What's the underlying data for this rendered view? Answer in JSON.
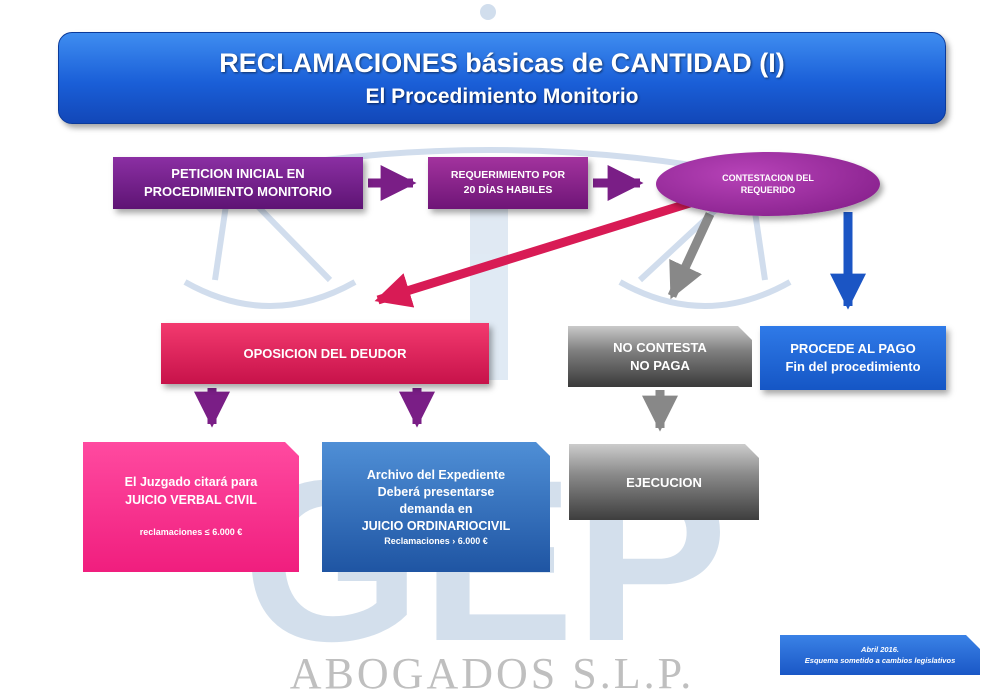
{
  "title": {
    "line1": "RECLAMACIONES básicas de CANTIDAD (I)",
    "line2": "El Procedimiento Monitorio"
  },
  "nodes": {
    "peticion": {
      "line1": "PETICION INICIAL EN",
      "line2": "PROCEDIMIENTO MONITORIO"
    },
    "requerimiento": {
      "line1": "REQUERIMIENTO POR",
      "line2": "20 DÍAS HABILES"
    },
    "contestacion": {
      "line1": "CONTESTACION DEL",
      "line2": "REQUERIDO"
    },
    "oposicion": {
      "label": "OPOSICION DEL DEUDOR"
    },
    "no_contesta": {
      "line1": "NO CONTESTA",
      "line2": "NO PAGA"
    },
    "procede": {
      "line1": "PROCEDE AL PAGO",
      "line2": "Fin del procedimiento"
    },
    "juicio_verbal": {
      "line1": "El Juzgado citará para",
      "line2": "JUICIO VERBAL CIVIL",
      "note": "reclamaciones ≤ 6.000 €"
    },
    "archivo": {
      "line1": "Archivo del Expediente",
      "line2": "Deberá presentarse",
      "line3": "demanda en",
      "line4": "JUICIO ORDINARIOCIVIL",
      "note": "Reclamaciones › 6.000 €"
    },
    "ejecucion": {
      "label": "EJECUCION"
    }
  },
  "watermark": {
    "logo_letters": "GEP",
    "text": "ABOGADOS S.L.P."
  },
  "footer_note": {
    "line1": "Abril 2016.",
    "line2": "Esquema sometido a cambios legislativos"
  },
  "colors": {
    "title_blue": "#1a5fd8",
    "purple": "#6f1577",
    "magenta": "#a3339e",
    "crimson": "#e01e5a",
    "pink": "#f01e7e",
    "grey": "#6b6b6b",
    "blue": "#1556c5",
    "steel_blue": "#2f6cb8",
    "watermark": "#c9d8ea"
  }
}
